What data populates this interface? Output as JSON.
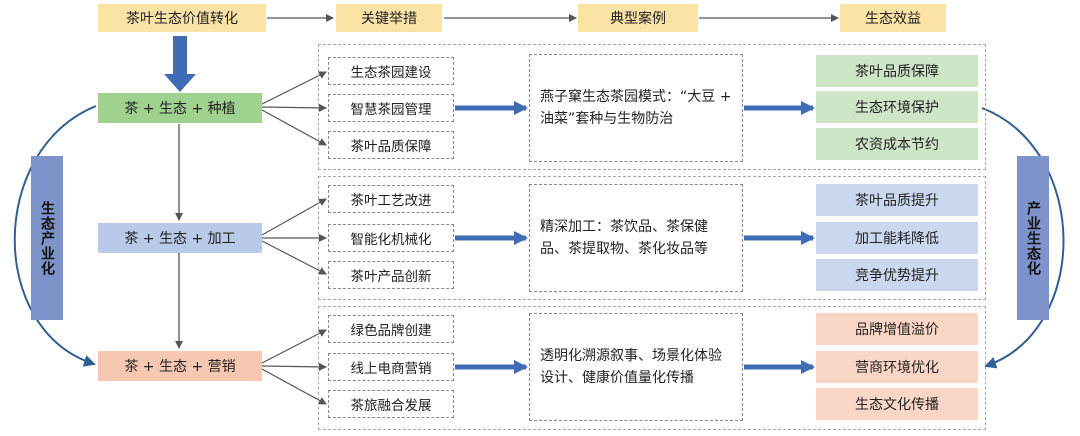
{
  "headers": {
    "col1": "茶叶生态价值转化",
    "col2": "关键举措",
    "col3": "典型案例",
    "col4": "生态效益"
  },
  "stages": [
    {
      "label": "茶 + 生态 + 种植",
      "measures": [
        "生态茶园建设",
        "智慧茶园管理",
        "茶叶品质保障"
      ],
      "case": "燕子窠生态茶园模式：“大豆 + 油菜”套种与生物防治",
      "benefits": [
        "茶叶品质保障",
        "生态环境保护",
        "农资成本节约"
      ]
    },
    {
      "label": "茶 + 生态 + 加工",
      "measures": [
        "茶叶工艺改进",
        "智能化机械化",
        "茶叶产品创新"
      ],
      "case": "精深加工：茶饮品、茶保健品、茶提取物、茶化妆品等",
      "benefits": [
        "茶叶品质提升",
        "加工能耗降低",
        "竞争优势提升"
      ]
    },
    {
      "label": "茶 + 生态 + 营销",
      "measures": [
        "绿色品牌创建",
        "线上电商营销",
        "茶旅融合发展"
      ],
      "case": "透明化溯源叙事、场景化体验设计、健康价值量化传播",
      "benefits": [
        "品牌增值溢价",
        "营商环境优化",
        "生态文化传播"
      ]
    }
  ],
  "side_labels": {
    "left": "生态产业化",
    "right": "产业生态化"
  },
  "colors": {
    "header": "#fbe3a6",
    "stage_green": "#9fd18f",
    "stage_blue": "#b9c9e8",
    "stage_peach": "#f7c7b2",
    "arrow_blue": "#3e6db5",
    "side_bar": "#7d93c9"
  }
}
